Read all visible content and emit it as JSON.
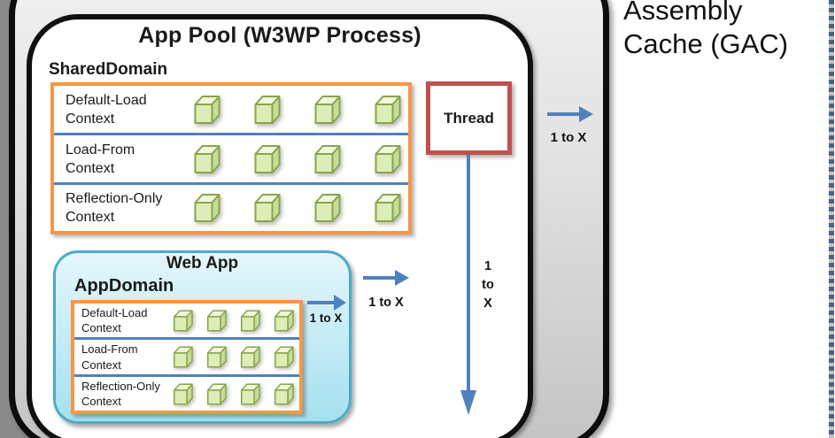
{
  "app_pool": {
    "title": "App Pool (W3WP Process)"
  },
  "shared_domain": {
    "label": "SharedDomain",
    "cubes_per_row": 4,
    "rows": [
      {
        "line1": "Default-Load",
        "line2": "Context"
      },
      {
        "line1": "Load-From",
        "line2": "Context"
      },
      {
        "line1": "Reflection-Only",
        "line2": "Context"
      }
    ]
  },
  "thread": {
    "label": "Thread"
  },
  "web_app": {
    "title": "Web App",
    "app_domain": {
      "label": "AppDomain",
      "cubes_per_row": 4,
      "rows": [
        {
          "line1": "Default-Load",
          "line2": "Context"
        },
        {
          "line1": "Load-From",
          "line2": "Context"
        },
        {
          "line1": "Reflection-Only",
          "line2": "Context"
        }
      ]
    }
  },
  "arrow_labels": {
    "appdomain_to_shared": "1 to X",
    "webapp_to_pool": "1 to X",
    "pool_to_gac": "1 to X",
    "thread_vertical": {
      "l1": "1",
      "l2": "to",
      "l3": "X"
    }
  },
  "gac": {
    "line1": "Assembly",
    "line2": "Cache (GAC)"
  },
  "colors": {
    "context_border_orange": "#F79646",
    "separator_arrow_blue": "#4F81BD",
    "thread_border_red": "#C0504D",
    "webapp_border_cyan": "#4BACC6",
    "webapp_fill": "#BDE8F4",
    "cube_green_stroke": "#88A649",
    "cube_green_fill": "#DCEDB8",
    "gac_dashed_blue": "#46618C",
    "outer_box_gray": "#d9d9d9"
  }
}
